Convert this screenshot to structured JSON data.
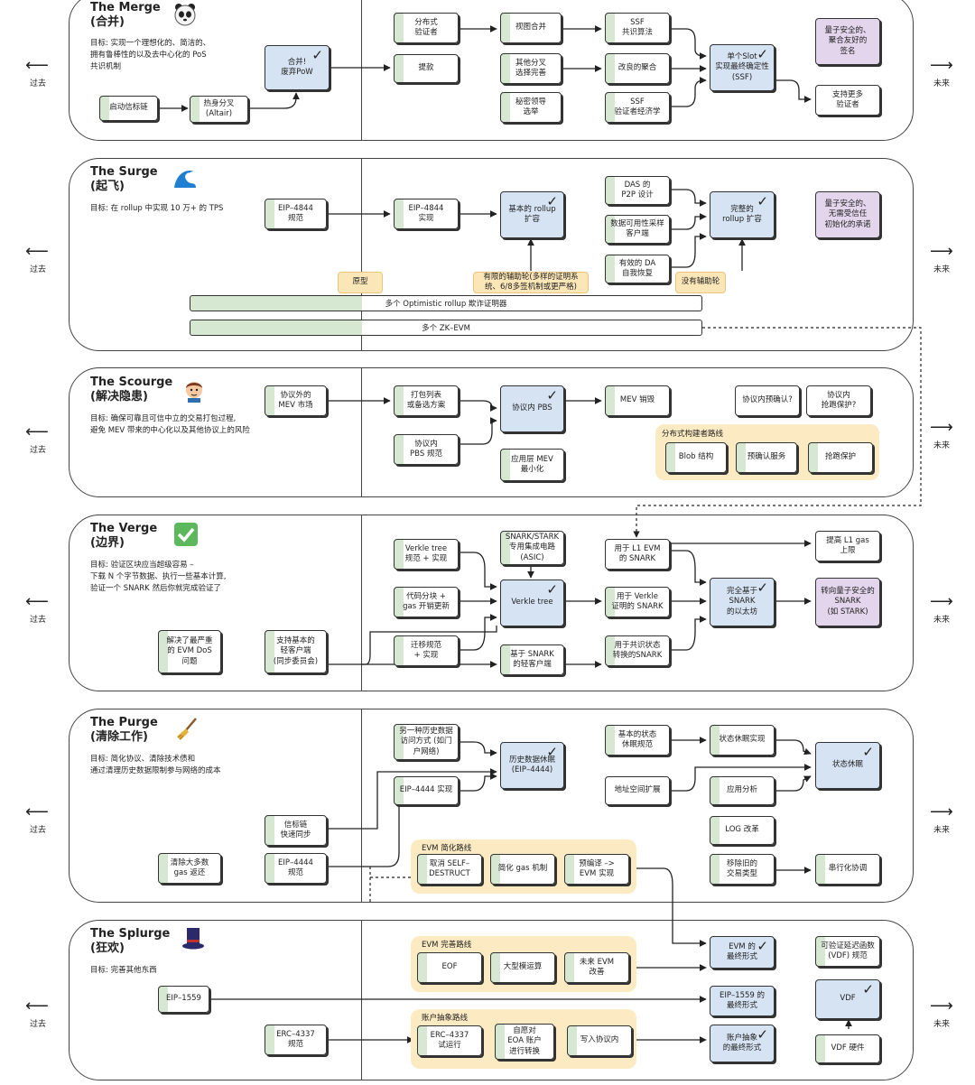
{
  "side_labels": {
    "past": "过去",
    "future": "未来"
  },
  "panels": [
    {
      "title": "The Merge\n(合并)",
      "emoji": "panda-icon",
      "goal": "目标: 实现一个理想化的、简洁的、\n拥有鲁棒性的以及去中心化的 PoS\n共识机制"
    },
    {
      "title": "The Surge\n(起飞)",
      "emoji": "wave-icon",
      "goal": "目标: 在 rollup 中实现 10 万+ 的 TPS"
    },
    {
      "title": "The Scourge\n(解决隐患)",
      "emoji": "face-icon",
      "goal": "目标: 确保可靠且可信中立的交易打包过程,\n避免 MEV 带来的中心化以及其他协议上的风险"
    },
    {
      "title": "The Verge\n(边界)",
      "emoji": "checkbox-icon",
      "goal": "目标: 验证区块应当超级容易 –\n下载 N 个字节数据、执行一些基本计算,\n验证一个 SNARK 然后你就完成验证了"
    },
    {
      "title": "The Purge\n(清除工作)",
      "emoji": "broom-icon",
      "goal": "目标: 简化协议、清除技术债和\n通过清理历史数据限制参与网络的成本"
    },
    {
      "title": "The Splurge\n(狂欢)",
      "emoji": "tophat-icon",
      "goal": "目标: 完善其他东西"
    }
  ],
  "merge": {
    "beacon": "启动信标链",
    "altair": "热身分叉\n(Altair)",
    "merge": "合并!\n废弃PoW",
    "dist_validator": "分布式\n验证者",
    "withdraw": "提款",
    "view_merge": "视图合并",
    "fork_choice": "其他分叉\n选择完善",
    "secret_leader": "秘密领导\n选举",
    "ssf_consensus": "SSF\n共识算法",
    "better_agg": "改良的聚合",
    "ssf_econ": "SSF\n验证者经济学",
    "ssf": "单个Slot\n实现最终确定性\n(SSF)",
    "quantum_sig": "量子安全的、\n聚合友好的\n签名",
    "more_validators": "支持更多\n验证者"
  },
  "surge": {
    "eip4844_spec": "EIP–4844\n规范",
    "eip4844_impl": "EIP–4844\n实现",
    "basic_rollup": "基本的 rollup\n扩容",
    "das_p2p": "DAS 的\nP2P 设计",
    "das_client": "数据可用性采样\n客户端",
    "da_recovery": "有效的 DA\n自我恢复",
    "full_rollup": "完整的\nrollup 扩容",
    "quantum_commit": "量子安全的、\n无需受信任\n初始化的承诺",
    "prototype": "原型",
    "limited_wheels": "有限的辅助轮(多样的证明系\n统、6/8多签机制或更严格)",
    "no_wheels": "没有辅助轮",
    "bar_optimistic": "多个 Optimistic rollup 欺诈证明器",
    "bar_zkevm": "多个 ZK–EVM"
  },
  "scourge": {
    "mev_market": "协议外的\nMEV 市场",
    "inclusion_list": "打包列表\n或备选方案",
    "ipbs_spec": "协议内\nPBS 规范",
    "ipbs": "协议内 PBS",
    "mev_burn": "MEV 销毁",
    "app_mev": "应用层 MEV\n最小化",
    "preconf_q": "协议内预确认?",
    "frontrun_q": "协议内\n抢跑保护?",
    "route_label": "分布式构建者路线",
    "blob": "Blob 结构",
    "preconf": "预确认服务",
    "frontrun": "抢跑保护"
  },
  "verge": {
    "dos": "解决了最严重\n的 EVM DoS\n问题",
    "light_client": "支持基本的\n轻客户端\n(同步委员会)",
    "verkle_spec": "Verkle tree\n规范 + 实现",
    "code_chunk": "代码分块 +\ngas 开销更新",
    "migration": "迁移规范\n+ 实现",
    "asic": "SNARK/STARK\n专用集成电路\n(ASIC)",
    "verkle": "Verkle tree",
    "snark_light": "基于 SNARK\n的轻客户端",
    "l1_evm_snark": "用于 L1 EVM\n的 SNARK",
    "verkle_proof_snark": "用于 Verkle\n证明的 SNARK",
    "consensus_snark": "用于共识状态\n转换的SNARK",
    "full_snark": "完全基于\nSNARK\n的以太坊",
    "raise_gas": "提高 L1 gas\n上限",
    "quantum_snark": "转向量子安全的\nSNARK\n(如 STARK)"
  },
  "purge": {
    "refund": "清除大多数\ngas 返还",
    "beacon_sync": "信标链\n快速同步",
    "eip4444_spec": "EIP–4444\n规范",
    "alt_history": "另一种历史数据\n访问方式 (如门\n户网络)",
    "eip4444_impl": "EIP–4444 实现",
    "history_expiry": "历史数据休眠\n(EIP–4444)",
    "state_expiry_spec": "基本的状态\n休眠规范",
    "address_space": "地址空间扩展",
    "state_expiry_impl": "状态休眠实现",
    "app_analysis": "应用分析",
    "log_reform": "LOG 改革",
    "state_expiry": "状态休眠",
    "remove_tx": "移除旧的\n交易类型",
    "serialization": "串行化协调",
    "route_label": "EVM 简化路线",
    "selfdestruct": "取消 SELF–\nDESTRUCT",
    "gas_mech": "简化 gas 机制",
    "precompile": "预编译 –>\nEVM 实现"
  },
  "splurge": {
    "eip1559": "EIP–1559",
    "erc4337_spec": "ERC–4337\n规范",
    "evm_route": "EVM 完善路线",
    "eof": "EOF",
    "bigmod": "大型模运算",
    "future_evm": "未来 EVM\n改善",
    "aa_route": "账户抽象路线",
    "erc4337_trial": "ERC–4337\n试运行",
    "eoa_convert": "自愿对\nEOA 账户\n进行转换",
    "write_protocol": "写入协议内",
    "evm_final": "EVM 的\n最终形式",
    "eip1559_final": "EIP–1559 的\n最终形式",
    "aa_final": "账户抽象\n的最终形式",
    "vdf_spec": "可验证延迟函数\n(VDF) 规范",
    "vdf": "VDF",
    "vdf_hw": "VDF 硬件"
  }
}
